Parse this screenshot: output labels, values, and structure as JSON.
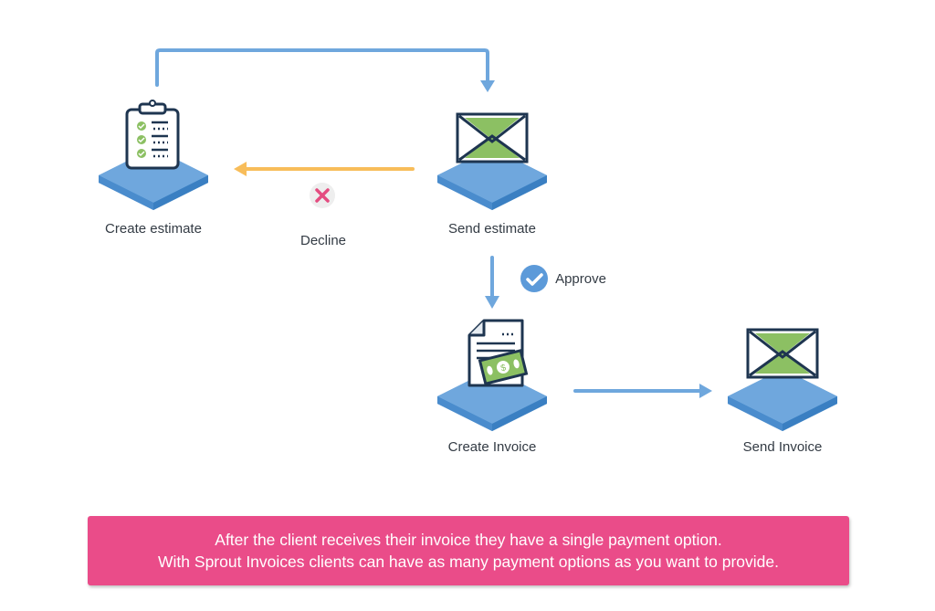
{
  "colors": {
    "platform_top": "#6fa7dd",
    "platform_side": "#4a8ccd",
    "flow_arrow": "#6fa7dd",
    "decline_arrow": "#f8bd5a",
    "decline_icon": "#e44c80",
    "decline_icon_bg": "#eeeeee",
    "approve_icon": "#5c9ad9",
    "icon_outline": "#1e3550",
    "icon_green": "#8cc063",
    "banner_bg": "#ea4c89",
    "banner_text": "#ffffff"
  },
  "nodes": [
    {
      "id": "create-estimate",
      "label": "Create estimate",
      "icon": "clipboard-checklist-icon"
    },
    {
      "id": "send-estimate",
      "label": "Send estimate",
      "icon": "envelope-icon"
    },
    {
      "id": "create-invoice",
      "label": "Create Invoice",
      "icon": "invoice-money-icon"
    },
    {
      "id": "send-invoice",
      "label": "Send Invoice",
      "icon": "envelope-icon"
    }
  ],
  "edges": [
    {
      "from": "create-estimate",
      "to": "send-estimate",
      "label": ""
    },
    {
      "from": "send-estimate",
      "to": "create-estimate",
      "label": "Decline",
      "icon": "x-icon"
    },
    {
      "from": "send-estimate",
      "to": "create-invoice",
      "label": "Approve",
      "icon": "check-icon"
    },
    {
      "from": "create-invoice",
      "to": "send-invoice",
      "label": ""
    }
  ],
  "labels": {
    "create_estimate": "Create estimate",
    "send_estimate": "Send estimate",
    "create_invoice": "Create Invoice",
    "send_invoice": "Send Invoice",
    "decline": "Decline",
    "approve": "Approve"
  },
  "banner": {
    "line1": "After the client receives their invoice they have a single payment option.",
    "line2": "With Sprout Invoices clients can have as many payment options as you want to provide."
  }
}
